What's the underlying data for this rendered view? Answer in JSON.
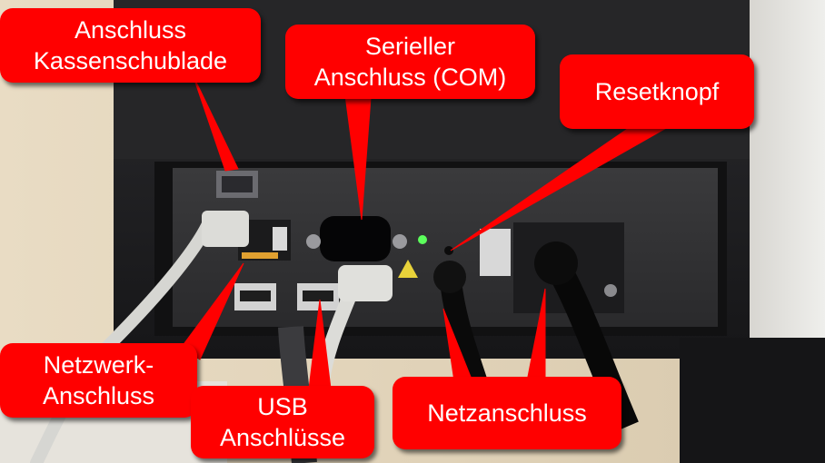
{
  "callouts": {
    "cash_drawer": {
      "line1": "Anschluss",
      "line2": "Kassenschublade"
    },
    "serial": {
      "line1": "Serieller",
      "line2": "Anschluss (COM)"
    },
    "reset": {
      "line1": "Resetknopf"
    },
    "network": {
      "line1": "Netzwerk-",
      "line2": "Anschluss"
    },
    "usb": {
      "line1": "USB",
      "line2": "Anschlüsse"
    },
    "power": {
      "line1": "Netzanschluss"
    }
  },
  "colors": {
    "callout_fill": "#ff0000",
    "callout_text": "#ffffff",
    "printer_body": "#1f1f21"
  }
}
